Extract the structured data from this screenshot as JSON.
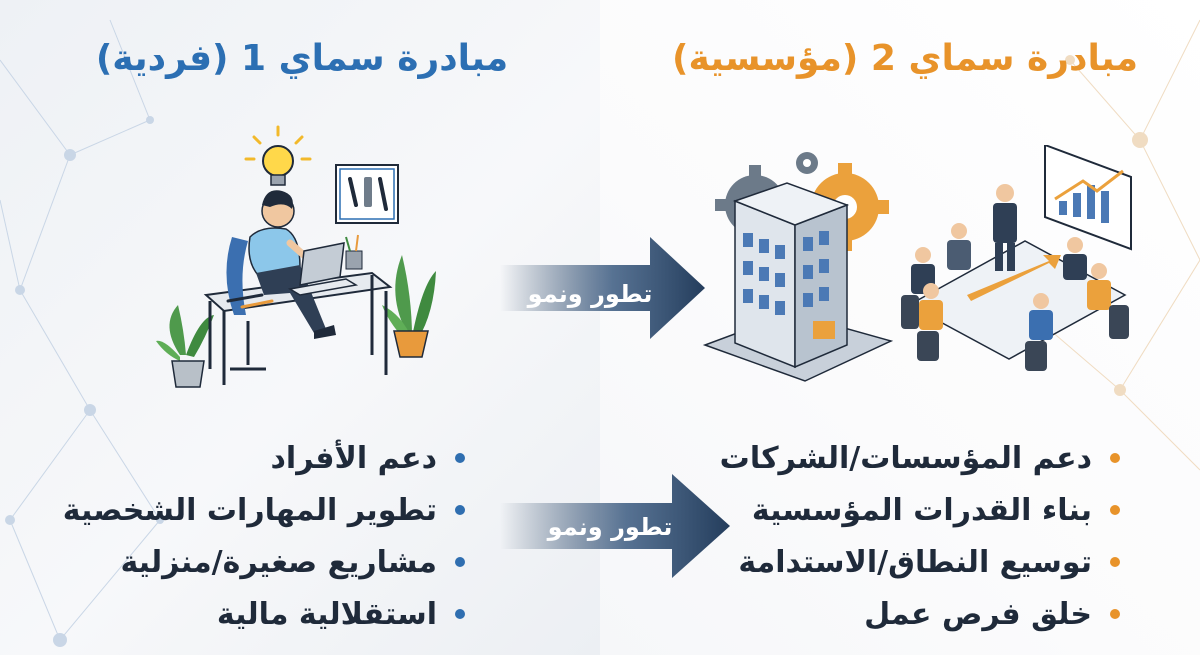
{
  "colors": {
    "individual_accent": "#2c6fb3",
    "institutional_accent": "#e8932a",
    "arrow_dark": "#243d5c",
    "text_dark": "#1f2a3a",
    "bullet_blue": "#2f6eb0",
    "bullet_orange": "#e8932a"
  },
  "individual": {
    "title": "مبادرة سماي 1 (فردية)",
    "illustration_icon": "person-at-laptop-icon",
    "bullets": [
      "دعم الأفراد",
      "تطوير المهارات الشخصية",
      "مشاريع صغيرة/منزلية",
      "استقلالية مالية"
    ]
  },
  "institutional": {
    "title": "مبادرة سماي 2 (مؤسسية)",
    "illustration_icon": "office-building-meeting-icon",
    "bullets": [
      "دعم المؤسسات/الشركات",
      "بناء القدرات المؤسسية",
      "توسيع النطاق/الاستدامة",
      "خلق فرص عمل"
    ]
  },
  "arrows": [
    {
      "label": "تطور ونمو"
    },
    {
      "label": "تطور ونمو"
    }
  ]
}
